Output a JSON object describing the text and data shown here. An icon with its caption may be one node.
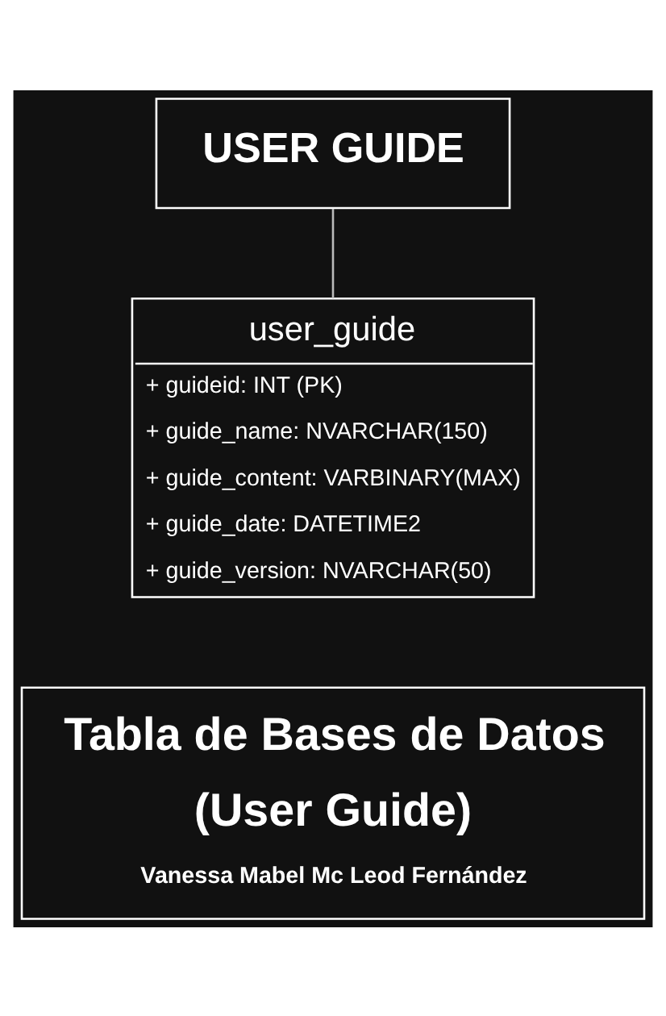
{
  "diagram": {
    "nodes": [
      {
        "text": [
          "USER GUIDE"
        ]
      },
      {
        "text": [
          "user_guide",
          "+ guideid: INT (PK)",
          "+ guide_name: NVARCHAR(150)",
          "+ guide_content: VARBINARY(MAX)",
          "+ guide_date: DATETIME2",
          "+ guide_version: NVARCHAR(50)"
        ]
      },
      {
        "text": [
          "Tabla de Bases de Datos",
          "(User Guide)",
          "Vanessa Mabel Mc Leod Fernández"
        ]
      }
    ],
    "edges": [
      {
        "from": 0,
        "to": 1,
        "arrow": "none"
      }
    ]
  }
}
